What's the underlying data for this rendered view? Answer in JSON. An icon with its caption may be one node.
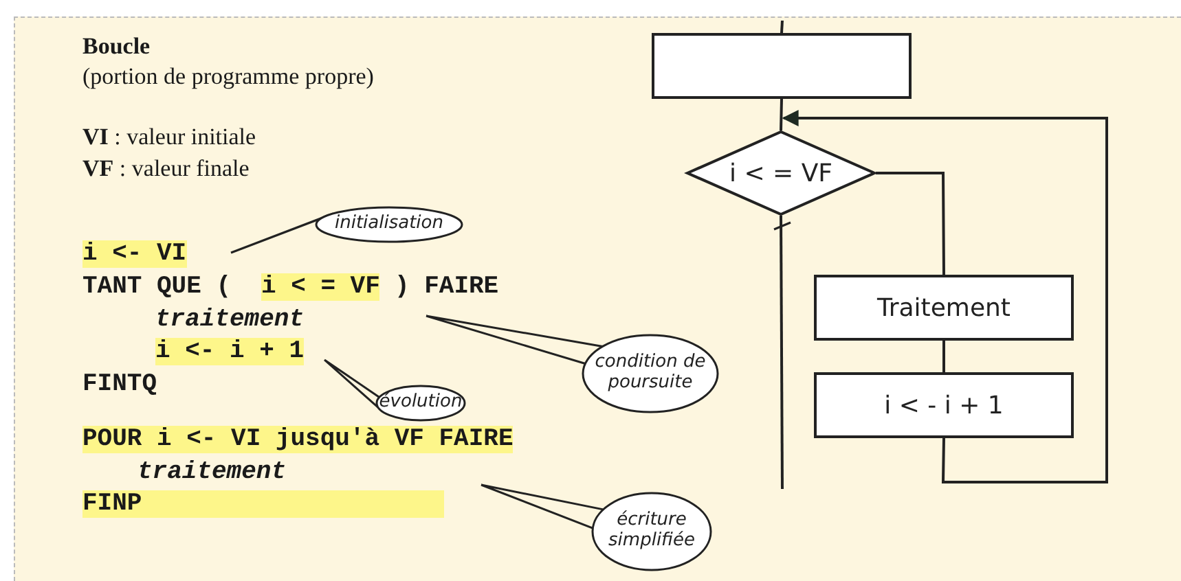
{
  "diagram": {
    "nodes": [
      {
        "text": [],
        "shape": "box"
      },
      {
        "text": [
          "i < = VF"
        ]
      },
      {
        "text": [
          "Traitement"
        ]
      },
      {
        "text": [
          "i < - i + 1"
        ]
      },
      {
        "text": [
          "initialisation"
        ]
      },
      {
        "text": [
          "condition de poursuite"
        ]
      },
      {
        "text": [
          "évolution"
        ]
      },
      {
        "text": [
          "écriture simplifiée"
        ]
      }
    ],
    "edges": [
      {
        "from": null,
        "to": 0,
        "arrow": "none"
      },
      {
        "from": 0,
        "to": 1,
        "arrow": "none"
      },
      {
        "from": 1,
        "to": 2,
        "arrow": "none"
      },
      {
        "from": 2,
        "to": 3,
        "arrow": "none"
      },
      {
        "from": 3,
        "to": 1,
        "arrow": "to"
      },
      {
        "from": 1,
        "to": null,
        "arrow": "none"
      },
      {
        "from": 4,
        "to": null,
        "arrow": "none"
      },
      {
        "from": 5,
        "to": null,
        "arrow": "none"
      },
      {
        "from": 6,
        "to": null,
        "arrow": "none"
      },
      {
        "from": 7,
        "to": null,
        "arrow": "none"
      }
    ],
    "labels": [
      "Boucle",
      "(portion de programme propre)",
      "**VI** : valeur initiale",
      "**VF** : valeur finale",
      "i <- VI",
      "TANT QUE (",
      "i < = VF",
      ") FAIRE",
      "traitement",
      "i <- i + 1",
      "FINTQ",
      "POUR i <- VI jusqu'à VF FAIRE",
      "traitement",
      "FINP"
    ]
  }
}
